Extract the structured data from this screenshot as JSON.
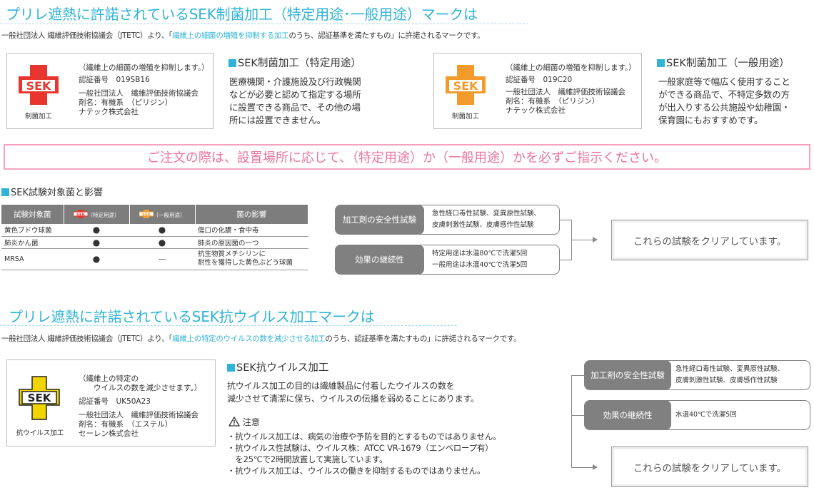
{
  "section1": {
    "title": "プリレ遮熱に許諾されているSEK制菌加工（特定用途･一般用途）マークは",
    "intro_prefix": "一般社団法人 繊維評価技術協議会（JTETC）より、「",
    "intro_highlight": "繊維上の細菌の増殖を抑制する加工",
    "intro_suffix": "のうち、認証基準を満たすもの」に許諾されるマークです。"
  },
  "mark_specific": {
    "logo_text": "SEK",
    "logo_caption": "制菌加工",
    "logo_color": "#e8362f",
    "info_lines": [
      "（繊維上の細菌の増殖を抑制します。）",
      "認証番号　019SB16",
      "",
      "一般社団法人　繊維評価技術協議会",
      "剤名：有機系　（ピリジン）",
      "ナテック株式会社"
    ],
    "heading": "SEK制菌加工（特定用途）",
    "desc": [
      "医療機関・介護施設及び行政機関",
      "などが必要と認めて指定する場所",
      "に設置できる商品で、その他の場",
      "所には設置できません。"
    ]
  },
  "mark_general": {
    "logo_text": "SEK",
    "logo_caption": "制菌加工",
    "logo_color": "#f39a2c",
    "info_lines": [
      "（繊維上の細菌の増殖を抑制します。）",
      "認証番号　019C20",
      "一般社団法人　繊維評価技術協議会",
      "剤名：有機系　（ピリジン）",
      "ナテック株式会社"
    ],
    "heading": "SEK制菌加工（一般用途）",
    "desc": [
      "一般家庭等で幅広く使用すること",
      "ができる商品で、不特定多数の方",
      "が出入りする公共施設や幼稚園・",
      "保育園にもおすすめです。"
    ]
  },
  "notice": "ご注文の際は、設置場所に応じて、（特定用途）か（一般用途）かを必ずご指示ください。",
  "table": {
    "heading": "SEK試験対象菌と影響",
    "headers": [
      "試験対象菌",
      "（特定用途）",
      "（一般用途）",
      "菌の影響"
    ],
    "rows": [
      [
        "黄色ブドウ球菌",
        "●",
        "●",
        "傷口の化膿・食中毒"
      ],
      [
        "肺炎かん菌",
        "●",
        "●",
        "肺炎の原因菌の一つ"
      ],
      [
        "MRSA",
        "●",
        "ー",
        "抗生物質メチシリンに",
        "耐性を獲得した黄色ぶどう球菌"
      ]
    ]
  },
  "flow1": {
    "safety_label": "加工剤の安全性試験",
    "safety_lines": [
      "急性経口毒性試験、変異原性試験、",
      "皮膚刺激性試験、皮膚感作性試験"
    ],
    "durability_label": "効果の継続性",
    "durability_lines": [
      "特定用途は水温80℃で洗濯5回",
      "一般用途は水温40℃で洗濯5回"
    ],
    "result": "これらの試験をクリアしています。"
  },
  "section2": {
    "title": "プリレ遮熱に許諾されているSEK抗ウイルス加工マークは",
    "intro_prefix": "一般社団法人 繊維評価技術協議会（JTETC）より、「",
    "intro_highlight": "繊維上の特定のウイルスの数を減少させる加工",
    "intro_suffix": "のうち、認証基準を満たすもの」に許諾されるマークです。"
  },
  "mark_antiviral": {
    "logo_text": "SEK",
    "logo_caption": "抗ウイルス加工",
    "logo_color": "#f2d400",
    "info_lines": [
      "（繊維上の特定の",
      "　　ウイルスの数を減少させます。）",
      "認証番号　UK50A23",
      "",
      "一般社団法人　繊維評価技術協議会",
      "剤名：有機系　（エステル）",
      "セーレン株式会社"
    ],
    "heading": "SEK抗ウイルス加工",
    "desc": [
      "抗ウイルス加工の目的は繊維製品に付着したウイルスの数を",
      "減少させて清潔に保ち、ウイルスの伝播を弱めることにあります。"
    ],
    "caution_title": "注意",
    "caution": [
      "・抗ウイルス加工は、病気の治療や予防を目的とするものではありません。",
      "・抗ウイルス性試験は、ウイルス株：ATCC VR-1679（エンベロープ有）",
      "　を25℃で2時間放置して実施しています。",
      "・抗ウイルス加工は、ウイルスの働きを抑制するものではありません。"
    ]
  },
  "flow2": {
    "safety_label": "加工剤の安全性試験",
    "safety_lines": [
      "急性経口毒性試験、変異原性試験、",
      "皮膚刺激性試験、皮膚感作性試験"
    ],
    "durability_label": "効果の継続性",
    "durability_lines": [
      "水温40℃で洗濯5回"
    ],
    "result": "これらの試験をクリアしています。"
  }
}
